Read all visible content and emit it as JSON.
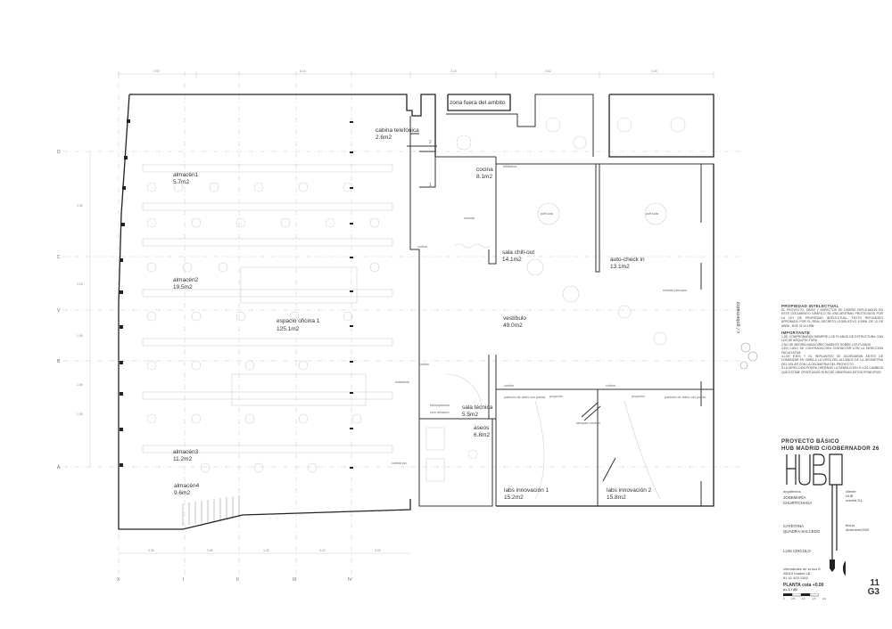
{
  "rooms": [
    {
      "name": "zona fuera del ambito",
      "area": ""
    },
    {
      "name": "cabina telefónica",
      "area": "2.6m2"
    },
    {
      "name": "cocina",
      "area": "8.1m2"
    },
    {
      "name": "almacén1",
      "area": "5.7m2"
    },
    {
      "name": "sala chill-out",
      "area": "14.1m2"
    },
    {
      "name": "auto-check in",
      "area": "13.1m2"
    },
    {
      "name": "almacén2",
      "area": "19.5m2"
    },
    {
      "name": "espacio oficina 1",
      "area": "125.1m2"
    },
    {
      "name": "vestíbulo",
      "area": "49.0m2"
    },
    {
      "name": "sala técnica",
      "area": "5.5m2"
    },
    {
      "name": "aseos",
      "area": "6.8m2"
    },
    {
      "name": "almacén3",
      "area": "11.2m2"
    },
    {
      "name": "almacén4",
      "area": "9.6m2"
    },
    {
      "name": "labs innovación 1",
      "area": "15.2m2"
    },
    {
      "name": "labs innovación 2",
      "area": "15.8m2"
    }
  ],
  "small_labels": {
    "biblioteca": "biblioteca",
    "mostrar": "mostrar",
    "puff_sofa_1": "puff sofa",
    "puff_sofa_2": "puff sofa",
    "cortina_1": "cortina",
    "cortina_2": "cortina",
    "cortina_3": "cortina",
    "cortina_4": "cortina",
    "cortina_pvc": "cortina pvc",
    "entrada_principal": "entrada principal",
    "estanteria": "estanteria",
    "fotocopiadora": "fotocopiadora",
    "cero_almacen": "cero almacén",
    "particion_1": "partición de vidrio con puerta",
    "particion_2": "partición de vidrio con puerta",
    "proyector_1": "proyector",
    "proyector_2": "proyector",
    "tabiques_moviles": "tabiques móviles",
    "num_1": "1",
    "num_2": "2"
  },
  "grid_axes": {
    "rows": [
      "D",
      "C",
      "V",
      "B",
      "A"
    ],
    "columns": [
      "X",
      "I",
      "II",
      "III",
      "IV"
    ]
  },
  "dimensions": {
    "top": [
      "2.90",
      "8.15",
      "3.15",
      "3.62",
      "3.15"
    ],
    "bottom": [
      "3.55",
      "3.65",
      "3.35",
      "3.20",
      "3.05"
    ],
    "left": [
      "2.95",
      "2.15",
      "1.85",
      "1.85",
      "1.85"
    ]
  },
  "street": "c / gobernador",
  "notes": {
    "heading": "PROPIEDAD INTELECTUAL",
    "body": "EL PROYECTO, IDEAS Y ASPECTOS DE DISEÑO REFLEJADOS EN ESTE DOCUMENTO GRÁFICO SE ENCUENTRAN PROTEGIDOS POR LA LEY DE PROPIEDAD INTELECTUAL, TEXTO REFUNDIDO APROBADO POR EL REAL DECRETO LEGISLATIVO 1/1996, DE 12 DE ABRIL, BOE 22-IV-1996",
    "heading2": "IMPORTANTE",
    "items": [
      "1.SE COMPROBARAN SIEMPRE LOS PLANOS DE ESTRUCTURA CON LOS DE ARQUITECTURA",
      "2.NO SE MEDIRA NADA DIRECTAMENTE SOBRE LOS PLANOS",
      "3.EN CASO DE CONTRADICCION CONTACTAR CON LA DIRECCION FACULTATIVA",
      "4.LOS EJES Y EL REPLANTEO SE ACORDARAN ANTES DE COMENZAR EN OBRA A LA VISTA DEL ALCANCE DE LA GEOMETRIA DEL SOLAR CON LA GEOMETRIA DEL PROYECTO.",
      "5.LA DIRECCION PODRA ORDENAR LA DEMOLICION O LOS CAMBIOS QUE ESTIME OPORTUNOS SI NO SE OBSERVAN ESTOS PRINCIPIOS"
    ]
  },
  "title_block": {
    "line1": "PROYECTO BÁSICO",
    "line2": "HUB MADRID C/GOBERNADOR 26",
    "arquitectos_label": "arquitectos",
    "arquitecto1a": "JOSEMARÍA",
    "arquitecto1b": "CHURTICHAGA",
    "arquitecto2a": "CAYETANA",
    "arquitecto2b": "QUADRA-SALCEDO",
    "arquitecto3": "LUIS CÍRCULO",
    "cliente_label": "cliente",
    "cliente1": "HUB",
    "cliente2": "madrid S.L.",
    "fecha_label": "fecha",
    "fecha": "diciembre2009",
    "address1": "c/fernández de la hoz 6",
    "address2": "28010 madrid LB",
    "phone": "91 41 403 1300",
    "plan_title": "PLANTA cota +0.00",
    "scale": "e= 1 / 80",
    "scale_ticks": [
      "0",
      "0.5",
      "1.0",
      "1.5",
      "2.0"
    ],
    "sheet_number": "11",
    "sheet_code": "G3"
  }
}
